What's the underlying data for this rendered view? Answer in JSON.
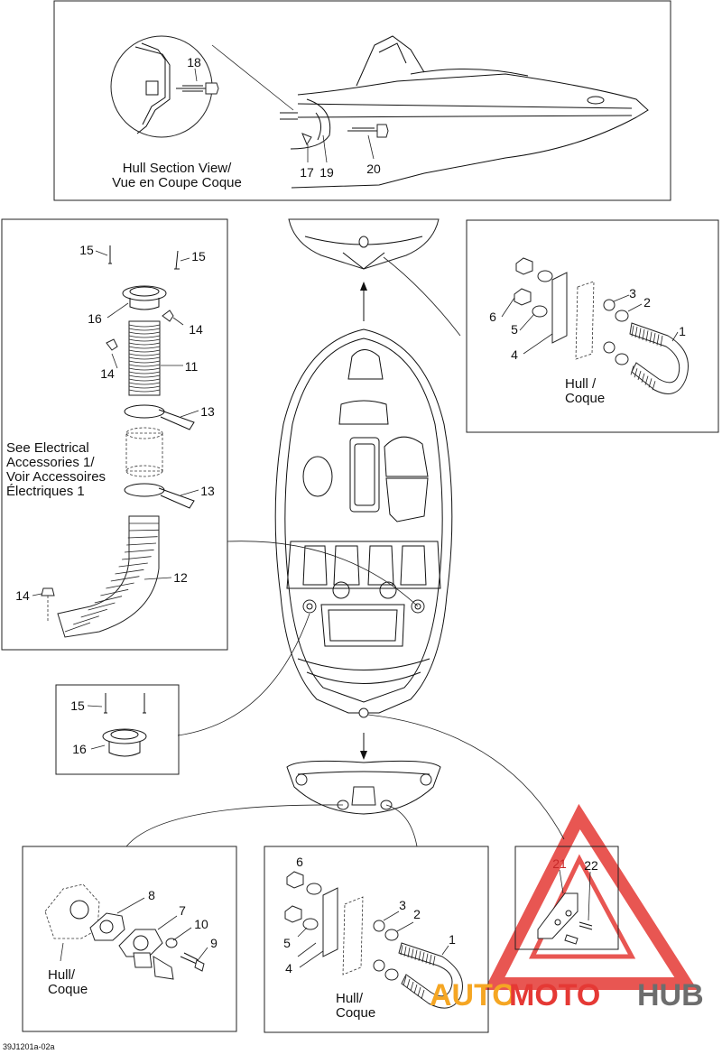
{
  "captions": {
    "hull_section": [
      "Hull Section View/",
      "Vue en Coupe Coque"
    ],
    "see_electrical": [
      "See Electrical",
      "Accessories 1/",
      "Voir Accessoires",
      "Électriques 1"
    ],
    "hull_coque_a": [
      "Hull /",
      "Coque"
    ],
    "hull_coque_b": [
      "Hull/",
      "Coque"
    ],
    "hull_coque_c": [
      "Hull/",
      "Coque"
    ]
  },
  "callouts": {
    "top": {
      "p18": "18",
      "p17": "17",
      "p19": "19",
      "p20": "20"
    },
    "left": {
      "p15a": "15",
      "p15b": "15",
      "p16": "16",
      "p14a": "14",
      "p14b": "14",
      "p11": "11",
      "p13a": "13",
      "p13b": "13",
      "p12": "12",
      "p14c": "14"
    },
    "right": {
      "p1": "1",
      "p2": "2",
      "p3": "3",
      "p4": "4",
      "p5": "5",
      "p6": "6"
    },
    "small": {
      "p15": "15",
      "p16": "16"
    },
    "bottom_left": {
      "p7": "7",
      "p8": "8",
      "p9": "9",
      "p10": "10"
    },
    "bottom_mid": {
      "p1": "1",
      "p2": "2",
      "p3": "3",
      "p4": "4",
      "p5": "5",
      "p6": "6"
    },
    "bottom_right": {
      "p21": "21",
      "p22": "22"
    }
  },
  "diagram_code": "39J1201a-02a",
  "watermark": {
    "word1": "AUTO",
    "word2": "MOTO",
    "word3": "HUB",
    "colors": {
      "red": "#e53935",
      "orange": "#f5a623",
      "gray": "#6d6d6d",
      "callout_red": "#c62828"
    }
  }
}
